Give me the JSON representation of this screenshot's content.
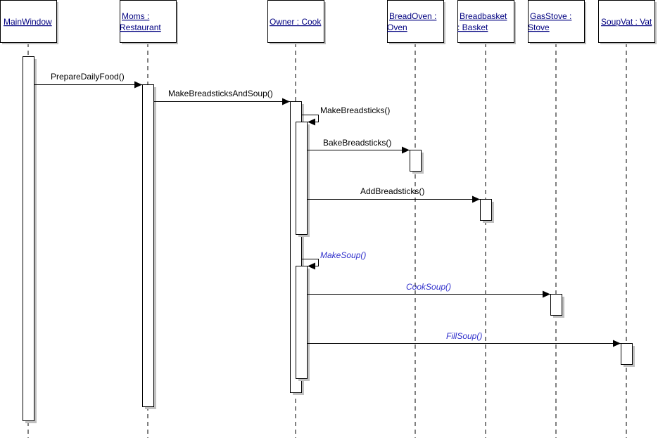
{
  "diagram": {
    "type": "UML sequence diagram",
    "lifelines": [
      {
        "id": "mainwindow",
        "lines": [
          "MainWindow"
        ]
      },
      {
        "id": "moms",
        "lines": [
          "Moms :",
          "Restaurant"
        ]
      },
      {
        "id": "owner",
        "lines": [
          "Owner : Cook"
        ]
      },
      {
        "id": "breadoven",
        "lines": [
          "BreadOven :",
          "Oven"
        ]
      },
      {
        "id": "breadbasket",
        "lines": [
          "Breadbasket",
          ": Basket"
        ]
      },
      {
        "id": "gasstove",
        "lines": [
          "GasStove :",
          "Stove"
        ]
      },
      {
        "id": "soupvat",
        "lines": [
          "SoupVat : Vat"
        ]
      }
    ],
    "messages": [
      {
        "from": "mainwindow",
        "to": "moms",
        "label": "PrepareDailyFood()",
        "italic": false
      },
      {
        "from": "moms",
        "to": "owner",
        "label": "MakeBreadsticksAndSoup()",
        "italic": false
      },
      {
        "from": "owner",
        "to": "owner",
        "label": "MakeBreadsticks()",
        "italic": false
      },
      {
        "from": "owner",
        "to": "breadoven",
        "label": "BakeBreadsticks()",
        "italic": false
      },
      {
        "from": "owner",
        "to": "breadbasket",
        "label": "AddBreadsticks()",
        "italic": false
      },
      {
        "from": "owner",
        "to": "owner",
        "label": "MakeSoup()",
        "italic": true
      },
      {
        "from": "owner",
        "to": "gasstove",
        "label": "CookSoup()",
        "italic": true
      },
      {
        "from": "owner",
        "to": "soupvat",
        "label": "FillSoup()",
        "italic": true
      }
    ],
    "colors": {
      "header_text": "#000080",
      "italic_message_text": "#3333cc",
      "shadow": "#c0c0c0",
      "line": "#000000"
    }
  }
}
